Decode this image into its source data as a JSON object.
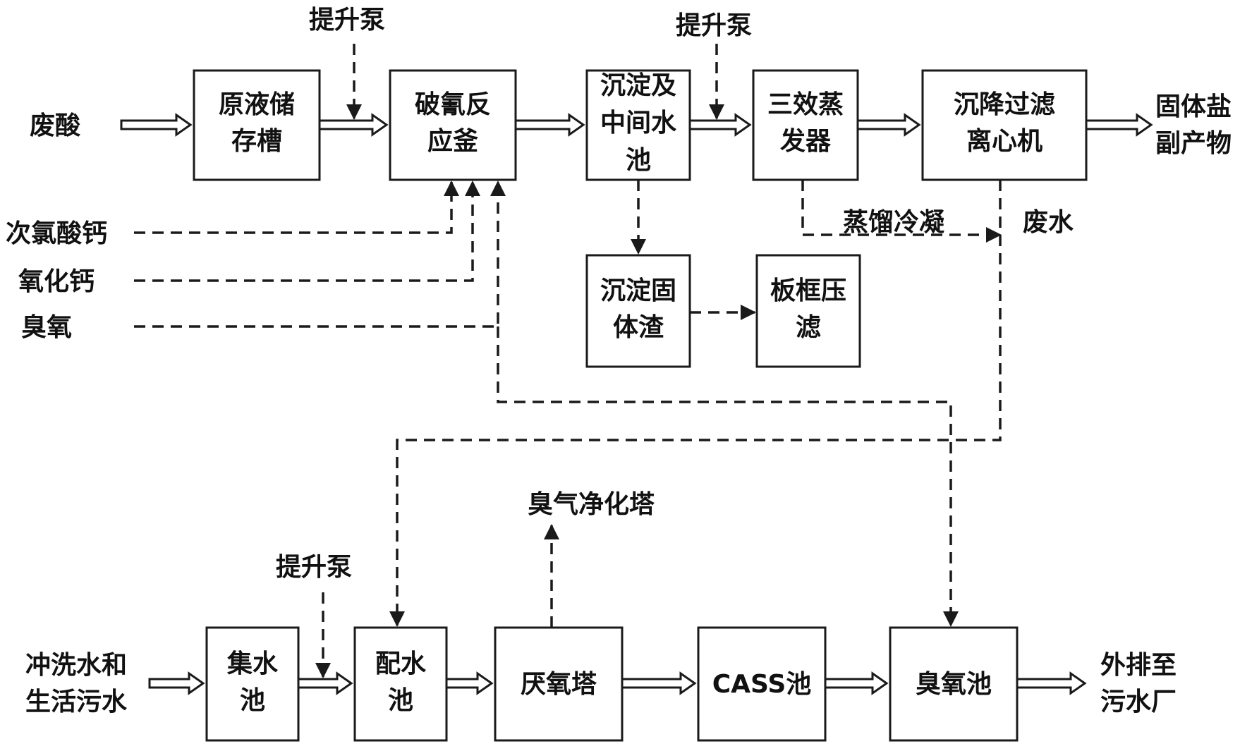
{
  "diagram": {
    "boxes": {
      "raw_tank": [
        "原液储",
        "存槽"
      ],
      "reactor": [
        "破氰反",
        "应釜"
      ],
      "sedimentation": [
        "沉淀及",
        "中间水",
        "池"
      ],
      "evaporator": [
        "三效蒸",
        "发器"
      ],
      "centrifuge": [
        "沉降过滤",
        "离心机"
      ],
      "residue": [
        "沉淀固",
        "体渣"
      ],
      "filter_press": [
        "板框压",
        "滤"
      ],
      "collection_pool": [
        "集水",
        "池"
      ],
      "mixing_pool": [
        "配水",
        "池"
      ],
      "anaerobic_tower": [
        "厌氧塔"
      ],
      "cass_pool": [
        "CASS池"
      ],
      "ozone_pool": [
        "臭氧池"
      ]
    },
    "labels": {
      "waste_acid": "废酸",
      "pump_1": "提升泵",
      "pump_2": "提升泵",
      "pump_3": "提升泵",
      "hypochlorite": "次氯酸钙",
      "calcium_oxide": "氧化钙",
      "ozone": "臭氧",
      "solid_salt": [
        "固体盐",
        "副产物"
      ],
      "distill_condense": "蒸馏冷凝",
      "waste_water": "废水",
      "odor_tower": "臭气净化塔",
      "wash_water": [
        "冲洗水和",
        "生活污水"
      ],
      "discharge": [
        "外排至",
        "污水厂"
      ]
    }
  }
}
